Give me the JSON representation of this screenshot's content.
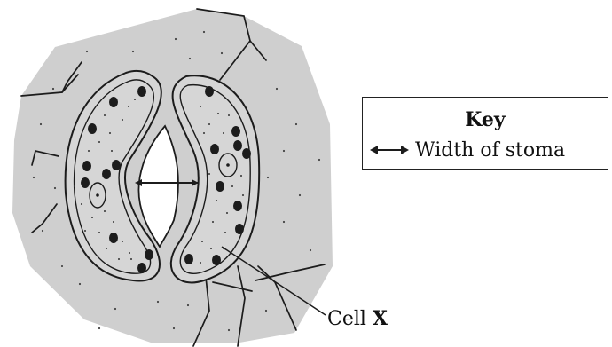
{
  "key": {
    "title": "Key",
    "item_label": "Width of stoma"
  },
  "labels": {
    "cell_prefix": "Cell ",
    "cell_letter": "X"
  },
  "colors": {
    "background_tissue": "#cfcfcf",
    "line": "#1c1c1c"
  }
}
